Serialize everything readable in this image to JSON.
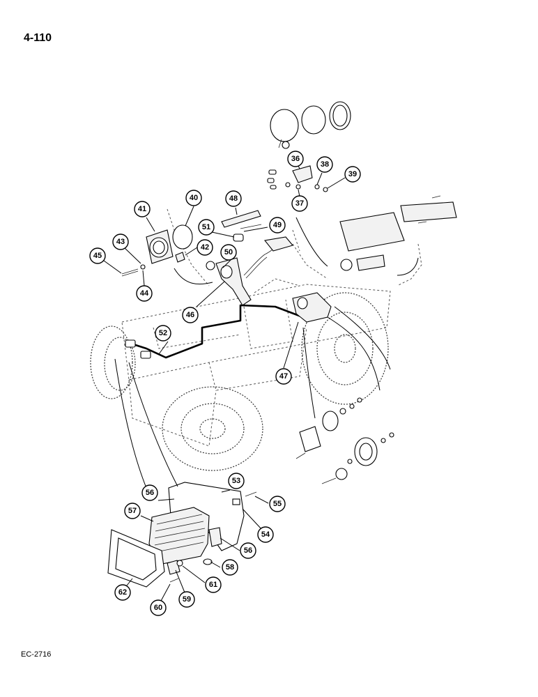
{
  "page": {
    "page_number": "4-110",
    "figure_code": "EC-2716"
  },
  "callouts": [
    {
      "label": "36"
    },
    {
      "label": "37"
    },
    {
      "label": "38"
    },
    {
      "label": "39"
    },
    {
      "label": "40"
    },
    {
      "label": "41"
    },
    {
      "label": "42"
    },
    {
      "label": "43"
    },
    {
      "label": "44"
    },
    {
      "label": "45"
    },
    {
      "label": "46"
    },
    {
      "label": "47"
    },
    {
      "label": "48"
    },
    {
      "label": "49"
    },
    {
      "label": "50"
    },
    {
      "label": "51"
    },
    {
      "label": "52"
    },
    {
      "label": "53"
    },
    {
      "label": "54"
    },
    {
      "label": "55"
    },
    {
      "label": "56"
    },
    {
      "label": "56"
    },
    {
      "label": "57"
    },
    {
      "label": "58"
    },
    {
      "label": "59"
    },
    {
      "label": "60"
    },
    {
      "label": "61"
    },
    {
      "label": "62"
    }
  ]
}
